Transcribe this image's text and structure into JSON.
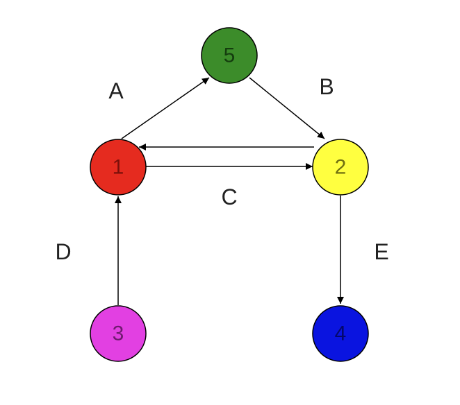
{
  "nodes": [
    {
      "id": "1",
      "label": "1",
      "fill": "#e52b1f",
      "text_color": "#7a0f0a"
    },
    {
      "id": "2",
      "label": "2",
      "fill": "#ffff40",
      "text_color": "#6f6f10"
    },
    {
      "id": "3",
      "label": "3",
      "fill": "#e240e2",
      "text_color": "#6e1a6e"
    },
    {
      "id": "4",
      "label": "4",
      "fill": "#0a14e0",
      "text_color": "#04086a"
    },
    {
      "id": "5",
      "label": "5",
      "fill": "#3c8c2a",
      "text_color": "#143d0e"
    }
  ],
  "edge_labels": {
    "A": "A",
    "B": "B",
    "C": "C",
    "D": "D",
    "E": "E"
  },
  "edges": [
    {
      "from": "1",
      "to": "5"
    },
    {
      "from": "5",
      "to": "2"
    },
    {
      "from": "1",
      "to": "2"
    },
    {
      "from": "2",
      "to": "1"
    },
    {
      "from": "3",
      "to": "1"
    },
    {
      "from": "2",
      "to": "4"
    }
  ]
}
